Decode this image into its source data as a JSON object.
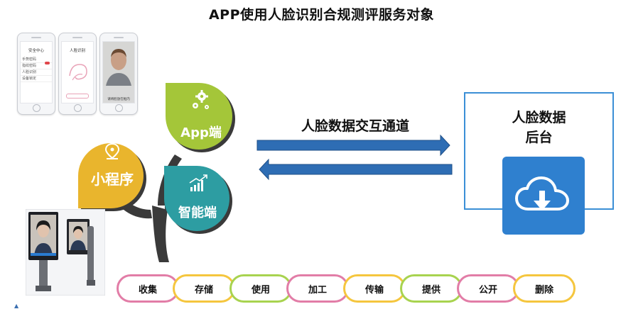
{
  "title": "APP使用人脸识别合规测评服务对象",
  "phones": {
    "p1": {
      "title": "安全中心",
      "rows": [
        "手势密码",
        "指纹密码",
        "人脸识别",
        "设备锁定"
      ]
    },
    "p2": {
      "title": "人脸识别"
    },
    "p3": {
      "caption": "请将脸放在框内"
    }
  },
  "tree": {
    "app_label": "App端",
    "miniprogram_label": "小程序",
    "smart_label": "智能端"
  },
  "channel": {
    "label": "人脸数据交互通道"
  },
  "backend": {
    "line1": "人脸数据",
    "line2": "后台"
  },
  "lifecycle": [
    "收集",
    "存储",
    "使用",
    "加工",
    "传输",
    "提供",
    "公开",
    "删除"
  ],
  "colors": {
    "arrow": "#2e6db4",
    "app": "#a4c639",
    "miniprogram": "#e9b52d",
    "smart": "#2d9da2",
    "stem": "#3a3a3a",
    "backend_border": "#3b8fd6",
    "cloud_tile": "#2f80cf",
    "pill_pink": "#e27da7",
    "pill_yellow": "#f5c63e",
    "pill_green": "#a8d34f"
  },
  "icons": {
    "app": "gears-icon",
    "miniprogram": "map-pin-icon",
    "smart": "bar-chart-icon",
    "backend": "cloud-download-icon"
  }
}
